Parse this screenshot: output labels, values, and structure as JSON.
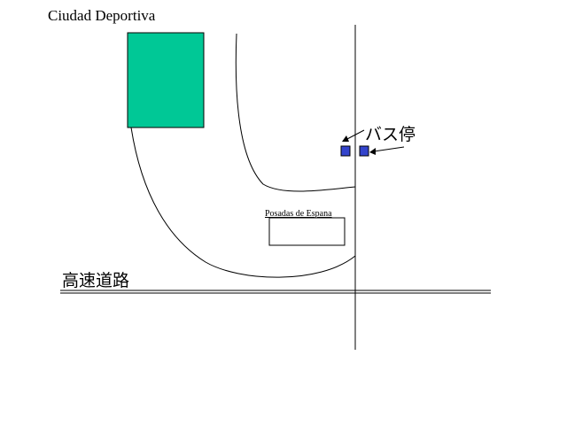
{
  "map": {
    "title": "Ciudad Deportiva",
    "hotel_label": "Posadas de Espana",
    "bus_stop_label": "バス停",
    "highway_label": "高速道路",
    "colors": {
      "stadium": "#00C896",
      "bus_stop": "#3344CC",
      "line": "#000000",
      "background": "#FFFFFF"
    }
  }
}
